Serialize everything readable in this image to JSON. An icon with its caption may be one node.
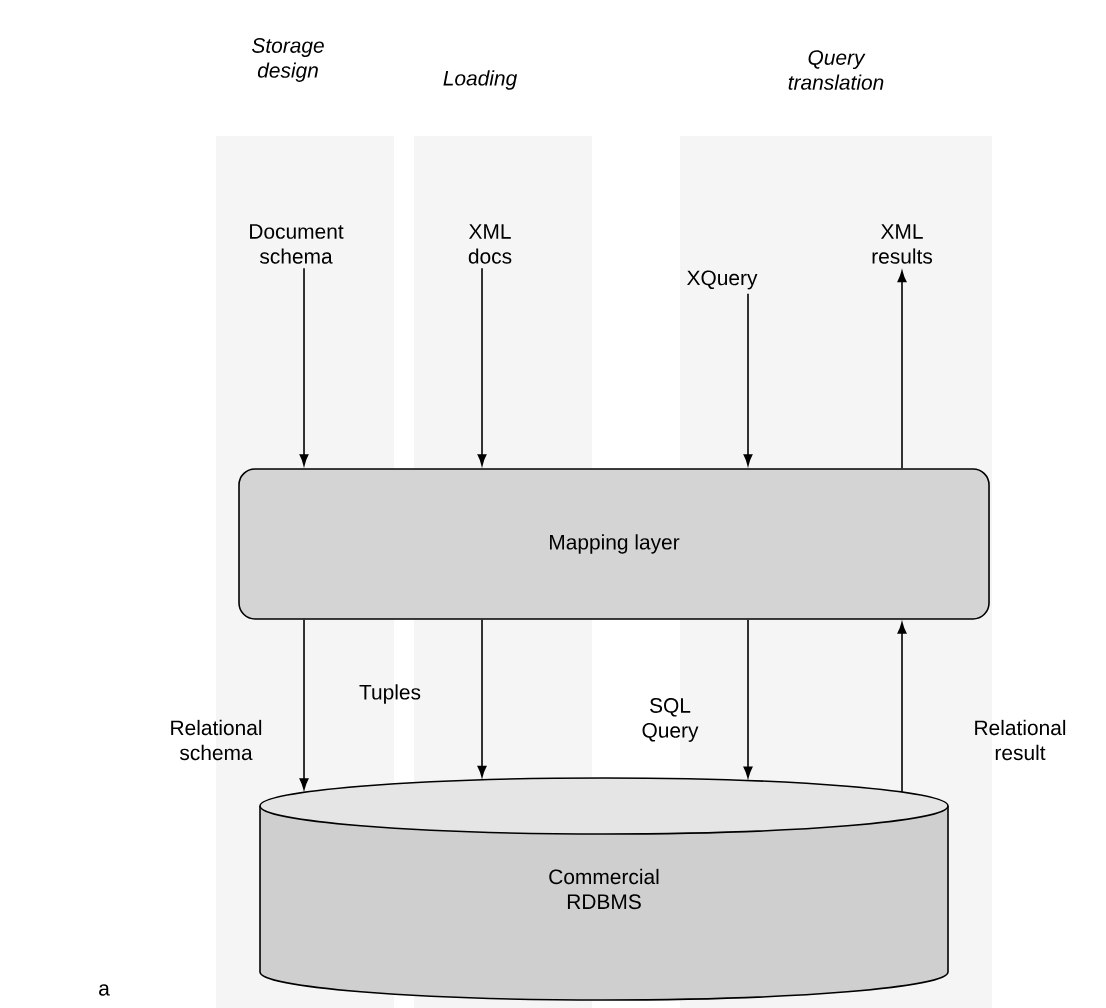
{
  "diagram": {
    "nodes": [
      {
        "text": [
          "Document schema"
        ]
      },
      {
        "text": [
          "XML docs"
        ]
      },
      {
        "text": [
          "XQuery"
        ]
      },
      {
        "text": [
          "XML results"
        ]
      },
      {
        "text": [
          "Mapping layer"
        ]
      },
      {
        "text": [
          "Commercial RDBMS"
        ]
      }
    ],
    "edges": [
      {
        "from": 0,
        "to": 4,
        "arrow": "to"
      },
      {
        "from": 1,
        "to": 4,
        "arrow": "to"
      },
      {
        "from": 2,
        "to": 4,
        "arrow": "to"
      },
      {
        "from": 4,
        "to": 3,
        "arrow": "to"
      },
      {
        "from": 4,
        "to": 5,
        "arrow": "to",
        "label": "Relational schema"
      },
      {
        "from": 4,
        "to": 5,
        "arrow": "to",
        "label": "Tuples"
      },
      {
        "from": 4,
        "to": 5,
        "arrow": "to",
        "label": "SQL Query"
      },
      {
        "from": 5,
        "to": 4,
        "arrow": "to",
        "label": "Relational result"
      }
    ],
    "labels": [
      "Storage design",
      "Loading",
      "Query translation",
      "a"
    ]
  }
}
